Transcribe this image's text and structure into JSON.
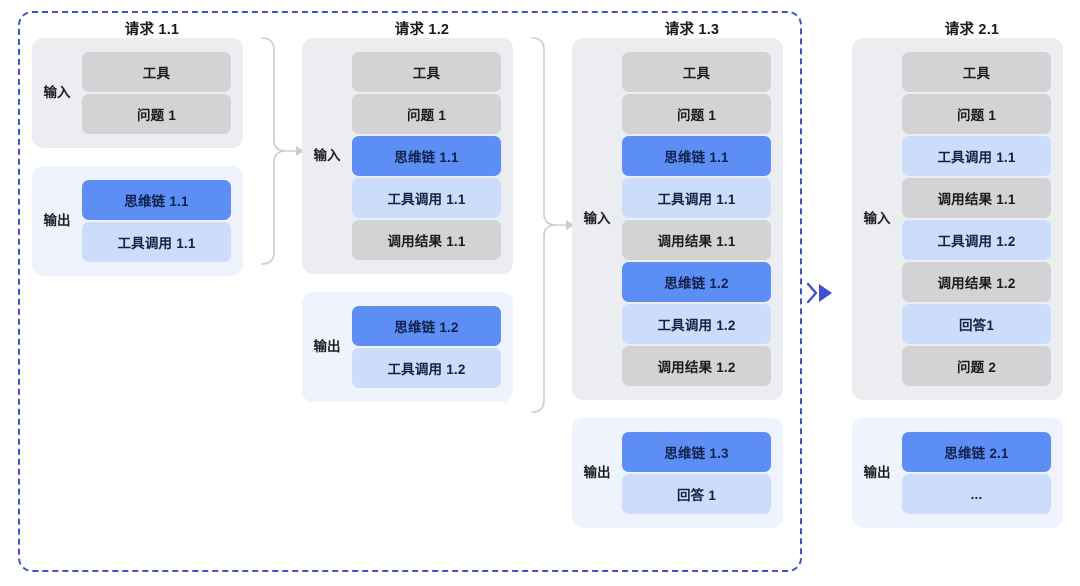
{
  "diagram": {
    "group_frame_label": "multi-turn-request-group",
    "accent_color": "#3f51cf",
    "chip_colors": {
      "gray": "#d1d3d5",
      "blue": "#5d8ef6",
      "light_blue": "#ccdcfb"
    },
    "section_colors": {
      "input_bg": "#ebedf1",
      "output_bg": "#eff3fd"
    }
  },
  "labels": {
    "input": "输入",
    "output": "输出"
  },
  "columns": [
    {
      "title": "请求 1.1",
      "input": [
        "工具",
        "问题 1"
      ],
      "input_styles": [
        "gray",
        "gray"
      ],
      "output": [
        "思维链 1.1",
        "工具调用 1.1"
      ],
      "output_styles": [
        "blue",
        "lightblue"
      ]
    },
    {
      "title": "请求 1.2",
      "input": [
        "工具",
        "问题 1",
        "思维链 1.1",
        "工具调用 1.1",
        "调用结果 1.1"
      ],
      "input_styles": [
        "gray",
        "gray",
        "blue",
        "lightblue",
        "gray"
      ],
      "output": [
        "思维链 1.2",
        "工具调用 1.2"
      ],
      "output_styles": [
        "blue",
        "lightblue"
      ]
    },
    {
      "title": "请求 1.3",
      "input": [
        "工具",
        "问题 1",
        "思维链 1.1",
        "工具调用 1.1",
        "调用结果 1.1",
        "思维链 1.2",
        "工具调用 1.2",
        "调用结果 1.2"
      ],
      "input_styles": [
        "gray",
        "gray",
        "blue",
        "lightblue",
        "gray",
        "blue",
        "lightblue",
        "gray"
      ],
      "output": [
        "思维链 1.3",
        "回答 1"
      ],
      "output_styles": [
        "blue",
        "lightblue"
      ]
    },
    {
      "title": "请求 2.1",
      "input": [
        "工具",
        "问题 1",
        "工具调用 1.1",
        "调用结果 1.1",
        "工具调用 1.2",
        "调用结果 1.2",
        "回答1",
        "问题 2"
      ],
      "input_styles": [
        "gray",
        "gray",
        "lightblue",
        "gray",
        "lightblue",
        "gray",
        "lightblue",
        "gray"
      ],
      "output": [
        "思维链 2.1",
        "..."
      ],
      "output_styles": [
        "blue",
        "lightblue"
      ]
    }
  ],
  "connectors": [
    {
      "name": "bracket-1-to-2",
      "kind": "curly-bracket-arrow"
    },
    {
      "name": "bracket-2-to-3",
      "kind": "curly-bracket-arrow"
    },
    {
      "name": "arrow-3-to-4",
      "kind": "blue-arrow"
    }
  ]
}
